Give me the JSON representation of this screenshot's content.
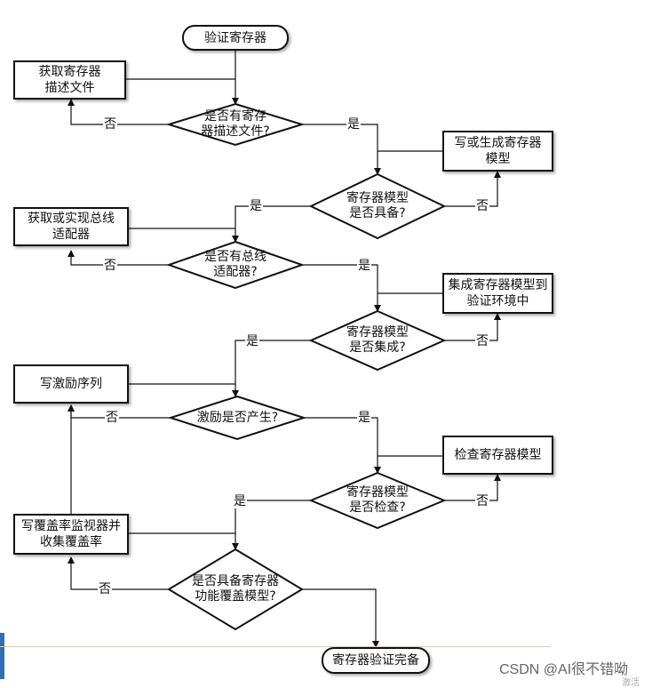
{
  "flowchart": {
    "start": "验证寄存器",
    "end": "寄存器验证完备",
    "decisions": [
      "是否有寄存\n器描述文件?",
      "寄存器模型\n是否具备?",
      "是否有总线\n适配器?",
      "寄存器模型\n是否集成?",
      "激励是否产生?",
      "寄存器模型\n是否检查?",
      "是否具备寄存器\n功能覆盖模型?"
    ],
    "processes": [
      "获取寄存器\n描述文件",
      "写或生成寄存器\n模型",
      "获取或实现总线\n适配器",
      "集成寄存器模型到\n验证环境中",
      "写激励序列",
      "检查寄存器模型",
      "写覆盖率监视器并\n收集覆盖率"
    ],
    "edge_labels": {
      "yes": "是",
      "no": "否"
    }
  },
  "watermark": "CSDN @AI很不错呦",
  "watermark_faint": "激活"
}
